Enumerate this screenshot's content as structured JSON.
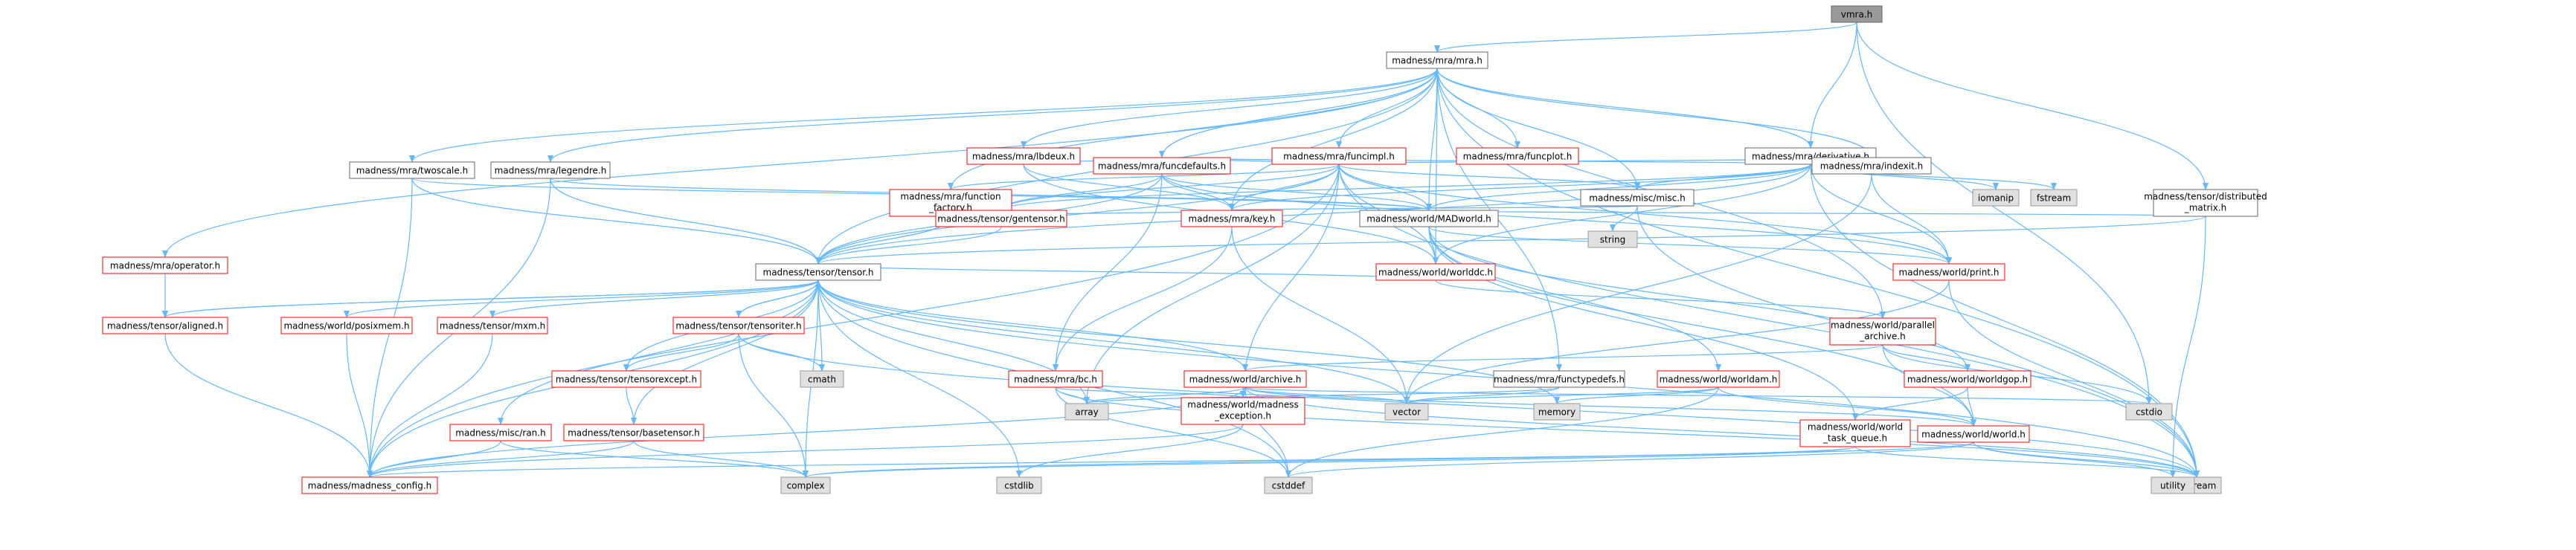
{
  "title": "vmra.h",
  "colors": {
    "edge": "#63b8ff",
    "border_linked": "#ff0000",
    "border_plain": "#666666",
    "fill_linked": "#ffffff",
    "fill_plain": "#e0e0e0",
    "fill_root": "#999999"
  },
  "nodes": [
    {
      "id": "vmra",
      "label": "vmra.h",
      "kind": "root"
    },
    {
      "id": "mra",
      "label": "madness/mra/mra.h",
      "kind": "plain_link"
    },
    {
      "id": "derivative",
      "label": "madness/mra/derivative.h",
      "kind": "plain_link"
    },
    {
      "id": "distmatrix",
      "label": [
        "madness/tensor/distributed",
        "_matrix.h"
      ],
      "kind": "plain_link"
    },
    {
      "id": "lbdeux",
      "label": "madness/mra/lbdeux.h",
      "kind": "red"
    },
    {
      "id": "funcimpl",
      "label": "madness/mra/funcimpl.h",
      "kind": "red"
    },
    {
      "id": "funcplot",
      "label": "madness/mra/funcplot.h",
      "kind": "red"
    },
    {
      "id": "twoscale",
      "label": "madness/mra/twoscale.h",
      "kind": "plain_link"
    },
    {
      "id": "legendre",
      "label": "madness/mra/legendre.h",
      "kind": "plain_link"
    },
    {
      "id": "funcfactory",
      "label": [
        "madness/mra/function",
        "_factory.h"
      ],
      "kind": "red"
    },
    {
      "id": "funcdefaults",
      "label": "madness/mra/funcdefaults.h",
      "kind": "red"
    },
    {
      "id": "miscmisc",
      "label": "madness/misc/misc.h",
      "kind": "plain_link"
    },
    {
      "id": "indexit",
      "label": "madness/mra/indexit.h",
      "kind": "plain_link"
    },
    {
      "id": "iomanip",
      "label": "iomanip",
      "kind": "sys"
    },
    {
      "id": "fstream",
      "label": "fstream",
      "kind": "sys"
    },
    {
      "id": "string",
      "label": "string",
      "kind": "sys"
    },
    {
      "id": "gentensor",
      "label": "madness/tensor/gentensor.h",
      "kind": "red"
    },
    {
      "id": "key",
      "label": "madness/mra/key.h",
      "kind": "red"
    },
    {
      "id": "madworld",
      "label": "madness/world/MADworld.h",
      "kind": "plain_link"
    },
    {
      "id": "operator",
      "label": "madness/mra/operator.h",
      "kind": "red"
    },
    {
      "id": "tensor",
      "label": "madness/tensor/tensor.h",
      "kind": "plain_link"
    },
    {
      "id": "worlddc",
      "label": "madness/world/worlddc.h",
      "kind": "red"
    },
    {
      "id": "print",
      "label": "madness/world/print.h",
      "kind": "red"
    },
    {
      "id": "aligned",
      "label": "madness/tensor/aligned.h",
      "kind": "red"
    },
    {
      "id": "posixmem",
      "label": "madness/world/posixmem.h",
      "kind": "red"
    },
    {
      "id": "mxm",
      "label": "madness/tensor/mxm.h",
      "kind": "red"
    },
    {
      "id": "tensoriter",
      "label": "madness/tensor/tensoriter.h",
      "kind": "red"
    },
    {
      "id": "cmath",
      "label": "cmath",
      "kind": "sys"
    },
    {
      "id": "parallelarchive",
      "label": [
        "madness/world/parallel",
        "_archive.h"
      ],
      "kind": "red"
    },
    {
      "id": "tensorexcept",
      "label": "madness/tensor/tensorexcept.h",
      "kind": "red"
    },
    {
      "id": "bc",
      "label": "madness/mra/bc.h",
      "kind": "red"
    },
    {
      "id": "archive",
      "label": "madness/world/archive.h",
      "kind": "red"
    },
    {
      "id": "functypedefs",
      "label": "madness/mra/functypedefs.h",
      "kind": "plain_link"
    },
    {
      "id": "worldam",
      "label": "madness/world/worldam.h",
      "kind": "red"
    },
    {
      "id": "worldgop",
      "label": "madness/world/worldgop.h",
      "kind": "red"
    },
    {
      "id": "ran",
      "label": "madness/misc/ran.h",
      "kind": "red"
    },
    {
      "id": "basetensor",
      "label": "madness/tensor/basetensor.h",
      "kind": "red"
    },
    {
      "id": "array",
      "label": "array",
      "kind": "sys"
    },
    {
      "id": "madexcept",
      "label": [
        "madness/world/madness",
        "_exception.h"
      ],
      "kind": "red"
    },
    {
      "id": "vector",
      "label": "vector",
      "kind": "sys"
    },
    {
      "id": "memory",
      "label": "memory",
      "kind": "sys"
    },
    {
      "id": "cstdio",
      "label": "cstdio",
      "kind": "sys"
    },
    {
      "id": "taskqueue",
      "label": [
        "madness/world/world",
        "_task_queue.h"
      ],
      "kind": "red"
    },
    {
      "id": "worldh",
      "label": "madness/world/world.h",
      "kind": "red"
    },
    {
      "id": "config",
      "label": "madness/madness_config.h",
      "kind": "red"
    },
    {
      "id": "complex",
      "label": "complex",
      "kind": "sys"
    },
    {
      "id": "cstdlib",
      "label": "cstdlib",
      "kind": "sys"
    },
    {
      "id": "cstddef",
      "label": "cstddef",
      "kind": "sys"
    },
    {
      "id": "iostream",
      "label": "iostream",
      "kind": "sys"
    },
    {
      "id": "utility",
      "label": "utility",
      "kind": "sys"
    }
  ],
  "edges": [
    [
      "vmra",
      "mra"
    ],
    [
      "vmra",
      "derivative"
    ],
    [
      "vmra",
      "distmatrix"
    ],
    [
      "vmra",
      "cstdio"
    ],
    [
      "mra",
      "lbdeux"
    ],
    [
      "mra",
      "funcimpl"
    ],
    [
      "mra",
      "funcplot"
    ],
    [
      "mra",
      "derivative"
    ],
    [
      "mra",
      "twoscale"
    ],
    [
      "mra",
      "legendre"
    ],
    [
      "mra",
      "funcfactory"
    ],
    [
      "mra",
      "funcdefaults"
    ],
    [
      "mra",
      "miscmisc"
    ],
    [
      "mra",
      "indexit"
    ],
    [
      "mra",
      "key"
    ],
    [
      "mra",
      "madworld"
    ],
    [
      "mra",
      "operator"
    ],
    [
      "mra",
      "tensor"
    ],
    [
      "mra",
      "worlddc"
    ],
    [
      "mra",
      "parallelarchive"
    ],
    [
      "mra",
      "functypedefs"
    ],
    [
      "mra",
      "iostream"
    ],
    [
      "derivative",
      "iomanip"
    ],
    [
      "derivative",
      "fstream"
    ],
    [
      "derivative",
      "funcdefaults"
    ],
    [
      "derivative",
      "miscmisc"
    ],
    [
      "derivative",
      "indexit"
    ],
    [
      "derivative",
      "key"
    ],
    [
      "derivative",
      "madworld"
    ],
    [
      "derivative",
      "tensor"
    ],
    [
      "derivative",
      "worlddc"
    ],
    [
      "derivative",
      "print"
    ],
    [
      "derivative",
      "gentensor"
    ],
    [
      "derivative",
      "iostream"
    ],
    [
      "distmatrix",
      "madworld"
    ],
    [
      "distmatrix",
      "tensor"
    ],
    [
      "distmatrix",
      "utility"
    ],
    [
      "lbdeux",
      "funcdefaults"
    ],
    [
      "lbdeux",
      "key"
    ],
    [
      "lbdeux",
      "worlddc"
    ],
    [
      "funcimpl",
      "funcfactory"
    ],
    [
      "funcimpl",
      "funcdefaults"
    ],
    [
      "funcimpl",
      "miscmisc"
    ],
    [
      "funcimpl",
      "indexit"
    ],
    [
      "funcimpl",
      "gentensor"
    ],
    [
      "funcimpl",
      "key"
    ],
    [
      "funcimpl",
      "madworld"
    ],
    [
      "funcimpl",
      "tensor"
    ],
    [
      "funcimpl",
      "worlddc"
    ],
    [
      "funcimpl",
      "print"
    ],
    [
      "funcimpl",
      "array"
    ],
    [
      "funcimpl",
      "config"
    ],
    [
      "funcimpl",
      "madexcept"
    ],
    [
      "funcimpl",
      "iostream"
    ],
    [
      "twoscale",
      "tensor"
    ],
    [
      "twoscale",
      "madworld"
    ],
    [
      "twoscale",
      "config"
    ],
    [
      "legendre",
      "tensor"
    ],
    [
      "legendre",
      "madworld"
    ],
    [
      "legendre",
      "config"
    ],
    [
      "funcfactory",
      "gentensor"
    ],
    [
      "funcfactory",
      "key"
    ],
    [
      "funcfactory",
      "tensor"
    ],
    [
      "funcdefaults",
      "gentensor"
    ],
    [
      "funcdefaults",
      "key"
    ],
    [
      "funcdefaults",
      "madworld"
    ],
    [
      "funcdefaults",
      "tensor"
    ],
    [
      "funcdefaults",
      "bc"
    ],
    [
      "funcdefaults",
      "print"
    ],
    [
      "miscmisc",
      "string"
    ],
    [
      "miscmisc",
      "key"
    ],
    [
      "miscmisc",
      "iostream"
    ],
    [
      "indexit",
      "print"
    ],
    [
      "indexit",
      "vector"
    ],
    [
      "gentensor",
      "tensor"
    ],
    [
      "key",
      "vector"
    ],
    [
      "key",
      "bc"
    ],
    [
      "madworld",
      "worlddc"
    ],
    [
      "madworld",
      "worldam"
    ],
    [
      "madworld",
      "worldgop"
    ],
    [
      "madworld",
      "taskqueue"
    ],
    [
      "madworld",
      "worldh"
    ],
    [
      "madworld",
      "print"
    ],
    [
      "operator",
      "aligned"
    ],
    [
      "tensor",
      "aligned"
    ],
    [
      "tensor",
      "posixmem"
    ],
    [
      "tensor",
      "mxm"
    ],
    [
      "tensor",
      "tensoriter"
    ],
    [
      "tensor",
      "cmath"
    ],
    [
      "tensor",
      "tensorexcept"
    ],
    [
      "tensor",
      "basetensor"
    ],
    [
      "tensor",
      "ran"
    ],
    [
      "tensor",
      "archive"
    ],
    [
      "tensor",
      "config"
    ],
    [
      "tensor",
      "complex"
    ],
    [
      "tensor",
      "array"
    ],
    [
      "tensor",
      "vector"
    ],
    [
      "tensor",
      "memory"
    ],
    [
      "tensor",
      "cstdlib"
    ],
    [
      "tensor",
      "cstddef"
    ],
    [
      "tensor",
      "iostream"
    ],
    [
      "tensor",
      "worlddc"
    ],
    [
      "aligned",
      "tensor"
    ],
    [
      "aligned",
      "config"
    ],
    [
      "posixmem",
      "config"
    ],
    [
      "mxm",
      "config"
    ],
    [
      "tensoriter",
      "tensor"
    ],
    [
      "tensoriter",
      "tensorexcept"
    ],
    [
      "tensoriter",
      "cmath"
    ],
    [
      "tensoriter",
      "complex"
    ],
    [
      "tensoriter",
      "iostream"
    ],
    [
      "tensorexcept",
      "basetensor"
    ],
    [
      "basetensor",
      "config"
    ],
    [
      "basetensor",
      "complex"
    ],
    [
      "ran",
      "config"
    ],
    [
      "ran",
      "complex"
    ],
    [
      "worlddc",
      "parallelarchive"
    ],
    [
      "print",
      "iostream"
    ],
    [
      "print",
      "vector"
    ],
    [
      "parallelarchive",
      "archive"
    ],
    [
      "parallelarchive",
      "worldgop"
    ],
    [
      "parallelarchive",
      "worldh"
    ],
    [
      "parallelarchive",
      "cstdio"
    ],
    [
      "bc",
      "array"
    ],
    [
      "bc",
      "madexcept"
    ],
    [
      "bc",
      "cstddef"
    ],
    [
      "bc",
      "iostream"
    ],
    [
      "archive",
      "array"
    ],
    [
      "archive",
      "madexcept"
    ],
    [
      "archive",
      "vector"
    ],
    [
      "archive",
      "cstdio"
    ],
    [
      "archive",
      "cstddef"
    ],
    [
      "archive",
      "iostream"
    ],
    [
      "archive",
      "config"
    ],
    [
      "archive",
      "worldh"
    ],
    [
      "functypedefs",
      "vector"
    ],
    [
      "functypedefs",
      "array"
    ],
    [
      "worldam",
      "memory"
    ],
    [
      "worldam",
      "vector"
    ],
    [
      "worldam",
      "worldh"
    ],
    [
      "worldam",
      "cstddef"
    ],
    [
      "worldgop",
      "worldh"
    ],
    [
      "worldgop",
      "taskqueue"
    ],
    [
      "madexcept",
      "cstdlib"
    ],
    [
      "madexcept",
      "config"
    ],
    [
      "taskqueue",
      "config"
    ],
    [
      "taskqueue",
      "iostream"
    ],
    [
      "taskqueue",
      "complex"
    ],
    [
      "worldh",
      "iostream"
    ],
    [
      "worldh",
      "utility"
    ],
    [
      "worldh",
      "cstddef"
    ],
    [
      "worldh",
      "complex"
    ]
  ]
}
